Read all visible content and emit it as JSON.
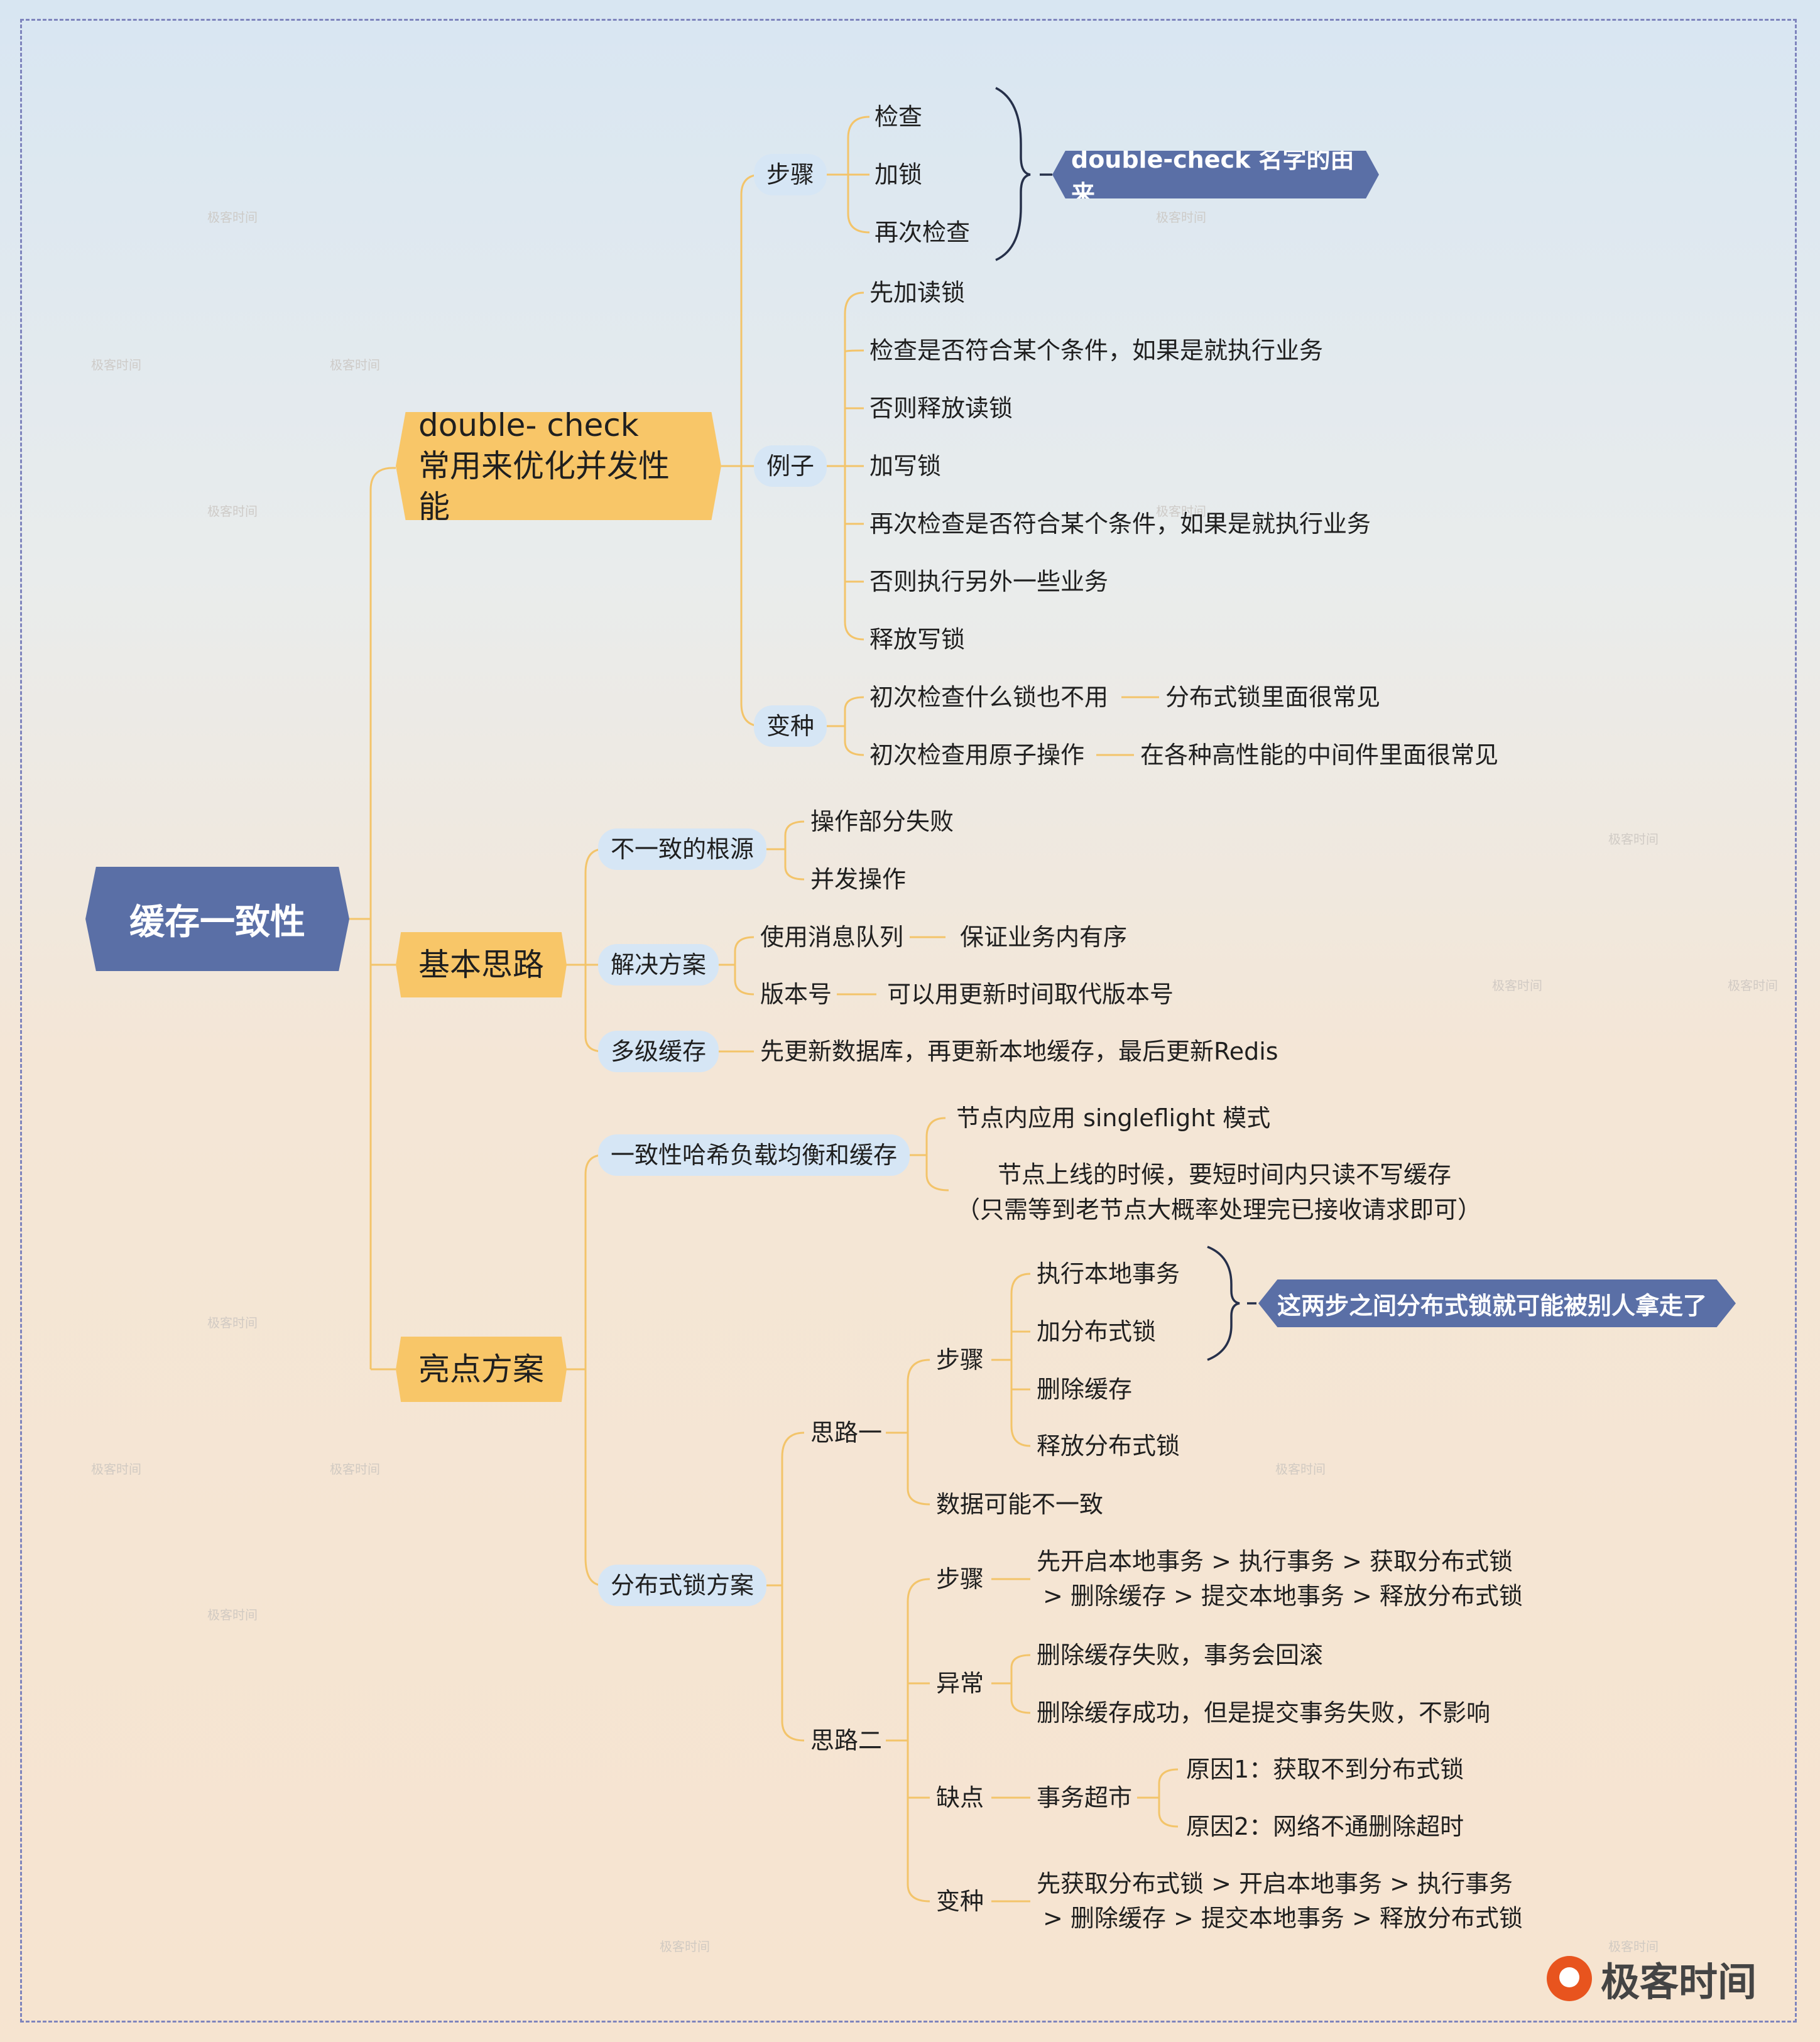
{
  "root": "缓存一致性",
  "branches": {
    "double_check": {
      "title_line1": "double- check",
      "title_line2": "常用来优化并发性能",
      "steps": {
        "label": "步骤",
        "items": [
          "检查",
          "加锁",
          "再次检查"
        ],
        "note": "double-check 名字的由来"
      },
      "example": {
        "label": "例子",
        "items": [
          "先加读锁",
          "检查是否符合某个条件，如果是就执行业务",
          "否则释放读锁",
          "加写锁",
          "再次检查是否符合某个条件，如果是就执行业务",
          "否则执行另外一些业务",
          "释放写锁"
        ]
      },
      "variant": {
        "label": "变种",
        "items": [
          {
            "text": "初次检查什么锁也不用",
            "detail": "分布式锁里面很常见"
          },
          {
            "text": "初次检查用原子操作",
            "detail": "在各种高性能的中间件里面很常见"
          }
        ]
      }
    },
    "basic": {
      "title": "基本思路",
      "root_cause": {
        "label": "不一致的根源",
        "items": [
          "操作部分失败",
          "并发操作"
        ]
      },
      "solution": {
        "label": "解决方案",
        "items": [
          {
            "text": "使用消息队列",
            "detail": "保证业务内有序"
          },
          {
            "text": "版本号",
            "detail": "可以用更新时间取代版本号"
          }
        ]
      },
      "multilevel": {
        "label": "多级缓存",
        "detail": "先更新数据库，再更新本地缓存，最后更新Redis"
      }
    },
    "highlight": {
      "title": "亮点方案",
      "hash": {
        "label": "一致性哈希负载均衡和缓存",
        "item1": "节点内应用 singleflight 模式",
        "item2_line1": "节点上线的时候，要短时间内只读不写缓存",
        "item2_line2": "（只需等到老节点大概率处理完已接收请求即可）"
      },
      "dist_lock": {
        "label": "分布式锁方案",
        "idea1": {
          "label": "思路一",
          "steps_label": "步骤",
          "steps": [
            "执行本地事务",
            "加分布式锁",
            "删除缓存",
            "释放分布式锁"
          ],
          "note": "这两步之间分布式锁就可能被别人拿走了",
          "result": "数据可能不一致"
        },
        "idea2": {
          "label": "思路二",
          "steps_label": "步骤",
          "steps_line1": "先开启本地事务 > 执行事务 > 获取分布式锁",
          "steps_line2": "> 删除缓存 > 提交本地事务 > 释放分布式锁",
          "exception_label": "异常",
          "exceptions": [
            "删除缓存失败，事务会回滚",
            "删除缓存成功，但是提交事务失败，不影响"
          ],
          "drawback_label": "缺点",
          "drawback_item": "事务超市",
          "reasons": [
            "原因1：获取不到分布式锁",
            "原因2：网络不通删除超时"
          ],
          "variant_label": "变种",
          "variant_line1": "先获取分布式锁 > 开启本地事务 > 执行事务",
          "variant_line2": "> 删除缓存 > 提交本地事务 > 释放分布式锁"
        }
      }
    }
  },
  "watermark": "极客时间",
  "logo_text": "极客时间",
  "colors": {
    "root": "#5a6fa6",
    "level1": "#f8c668",
    "level2": "#d6e6f5",
    "connector": "#f3c46a",
    "border": "#7e84bd"
  }
}
